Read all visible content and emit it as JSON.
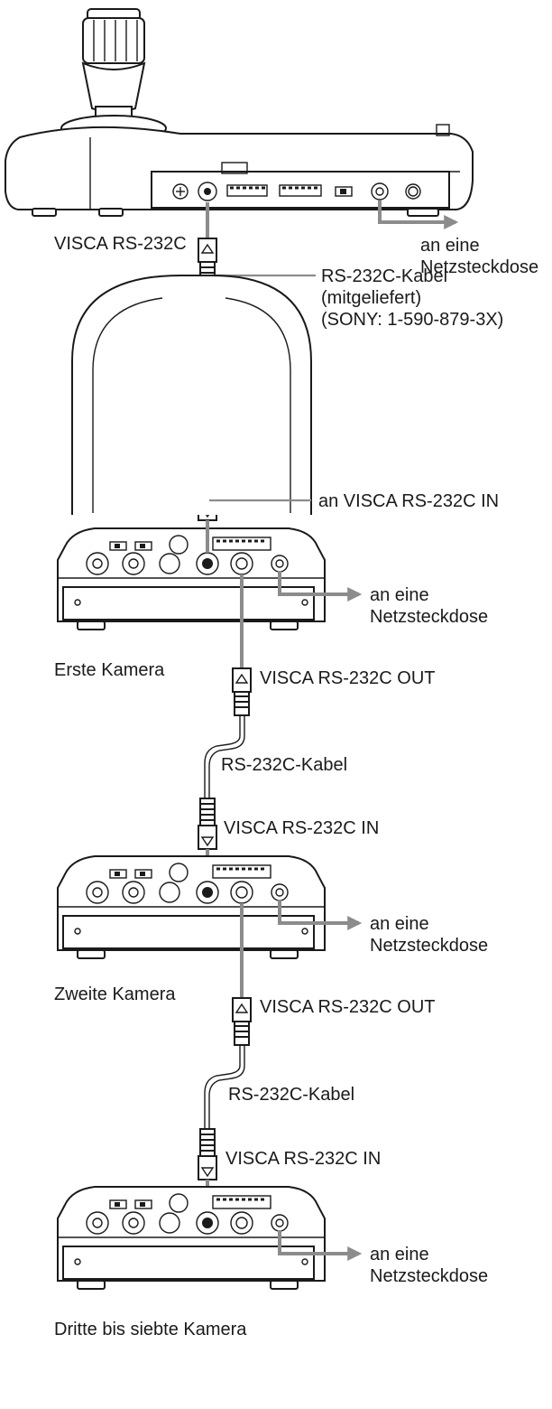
{
  "labels": {
    "controller_port": "VISCA RS-232C",
    "power_outlet": [
      "an eine",
      "Netzsteckdose"
    ],
    "cable_supplied": [
      "RS-232C-Kabel",
      "(mitgeliefert)",
      "(SONY: 1-590-879-3X)"
    ],
    "visca_in": "an VISCA RS-232C IN",
    "camera_names": [
      "Erste Kamera",
      "Zweite Kamera",
      "Dritte bis siebte Kamera"
    ],
    "visca_out": "VISCA RS-232C OUT",
    "cable": "RS-232C-Kabel",
    "visca_in_short": "VISCA RS-232C IN"
  }
}
